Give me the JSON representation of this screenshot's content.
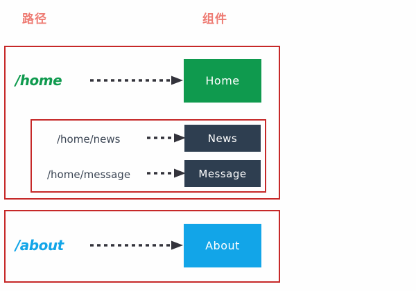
{
  "headers": {
    "path": "路径",
    "component": "组件",
    "color": "#ee7b73"
  },
  "colors": {
    "frame": "#c62828",
    "home_green": "#0f9a4e",
    "child_navy": "#2e3e50",
    "about_blue": "#12a5e8",
    "child_path_text": "#3b4554",
    "arrow": "#33333b",
    "background": "#fefefe"
  },
  "routes": [
    {
      "path": "/home",
      "path_color": "#0f9a4e",
      "component": "Home",
      "box_color": "#0f9a4e",
      "arrow_name": "arrow-home"
    },
    {
      "path": "/home/news",
      "path_color": "#3b4554",
      "component": "News",
      "box_color": "#2e3e50",
      "arrow_name": "arrow-home-news"
    },
    {
      "path": "/home/message",
      "path_color": "#3b4554",
      "component": "Message",
      "box_color": "#2e3e50",
      "arrow_name": "arrow-home-message"
    },
    {
      "path": "/about",
      "path_color": "#12a5e8",
      "component": "About",
      "box_color": "#12a5e8",
      "arrow_name": "arrow-about"
    }
  ]
}
